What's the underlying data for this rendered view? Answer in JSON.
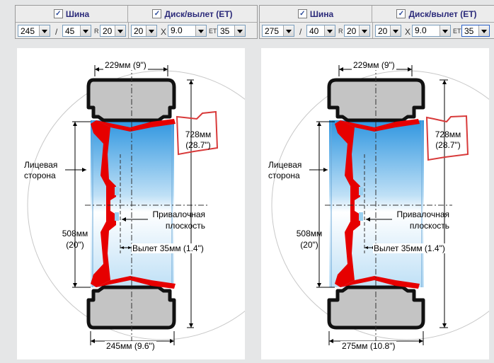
{
  "left": {
    "tire_label": "Шина",
    "disk_label": "Диск/вылет (ET)",
    "tire_width": "245",
    "slash": "/",
    "tire_profile": "45",
    "r_label": "R",
    "tire_diameter": "20",
    "disk_diameter": "20",
    "x_label": "X",
    "disk_width": "9.0",
    "et_label": "ET",
    "disk_et": "35",
    "dim_top": "229мм (9\")",
    "dim_bottom": "245мм (9.6\")",
    "outer_mm": "728мм",
    "outer_in": "(28.7\")",
    "face_1": "Лицевая",
    "face_2": "сторона",
    "mount_1": "Привалочная",
    "mount_2": "плоскость",
    "rim_mm": "508мм",
    "rim_in": "(20\")",
    "offset": "Вылет 35мм (1.4\")"
  },
  "right": {
    "tire_label": "Шина",
    "disk_label": "Диск/вылет (ET)",
    "tire_width": "275",
    "slash": "/",
    "tire_profile": "40",
    "r_label": "R",
    "tire_diameter": "20",
    "disk_diameter": "20",
    "x_label": "X",
    "disk_width": "9.0",
    "et_label": "ET",
    "disk_et": "35",
    "dim_top": "229мм (9\")",
    "dim_bottom": "275мм (10.8\")",
    "outer_mm": "728мм",
    "outer_in": "(28.7\")",
    "face_1": "Лицевая",
    "face_2": "сторона",
    "mount_1": "Привалочная",
    "mount_2": "плоскость",
    "rim_mm": "508мм",
    "rim_in": "(20\")",
    "offset": "Вылет 35мм (1.4\")"
  },
  "check_mark": "✓",
  "colors": {
    "header_text": "#2b2a7a",
    "rim_red": "#e60000",
    "annotation_red": "#d83a3a",
    "tire_gray": "#c4c4c4",
    "tire_outline": "#111111",
    "wheel_blue": "#2f96e0"
  }
}
